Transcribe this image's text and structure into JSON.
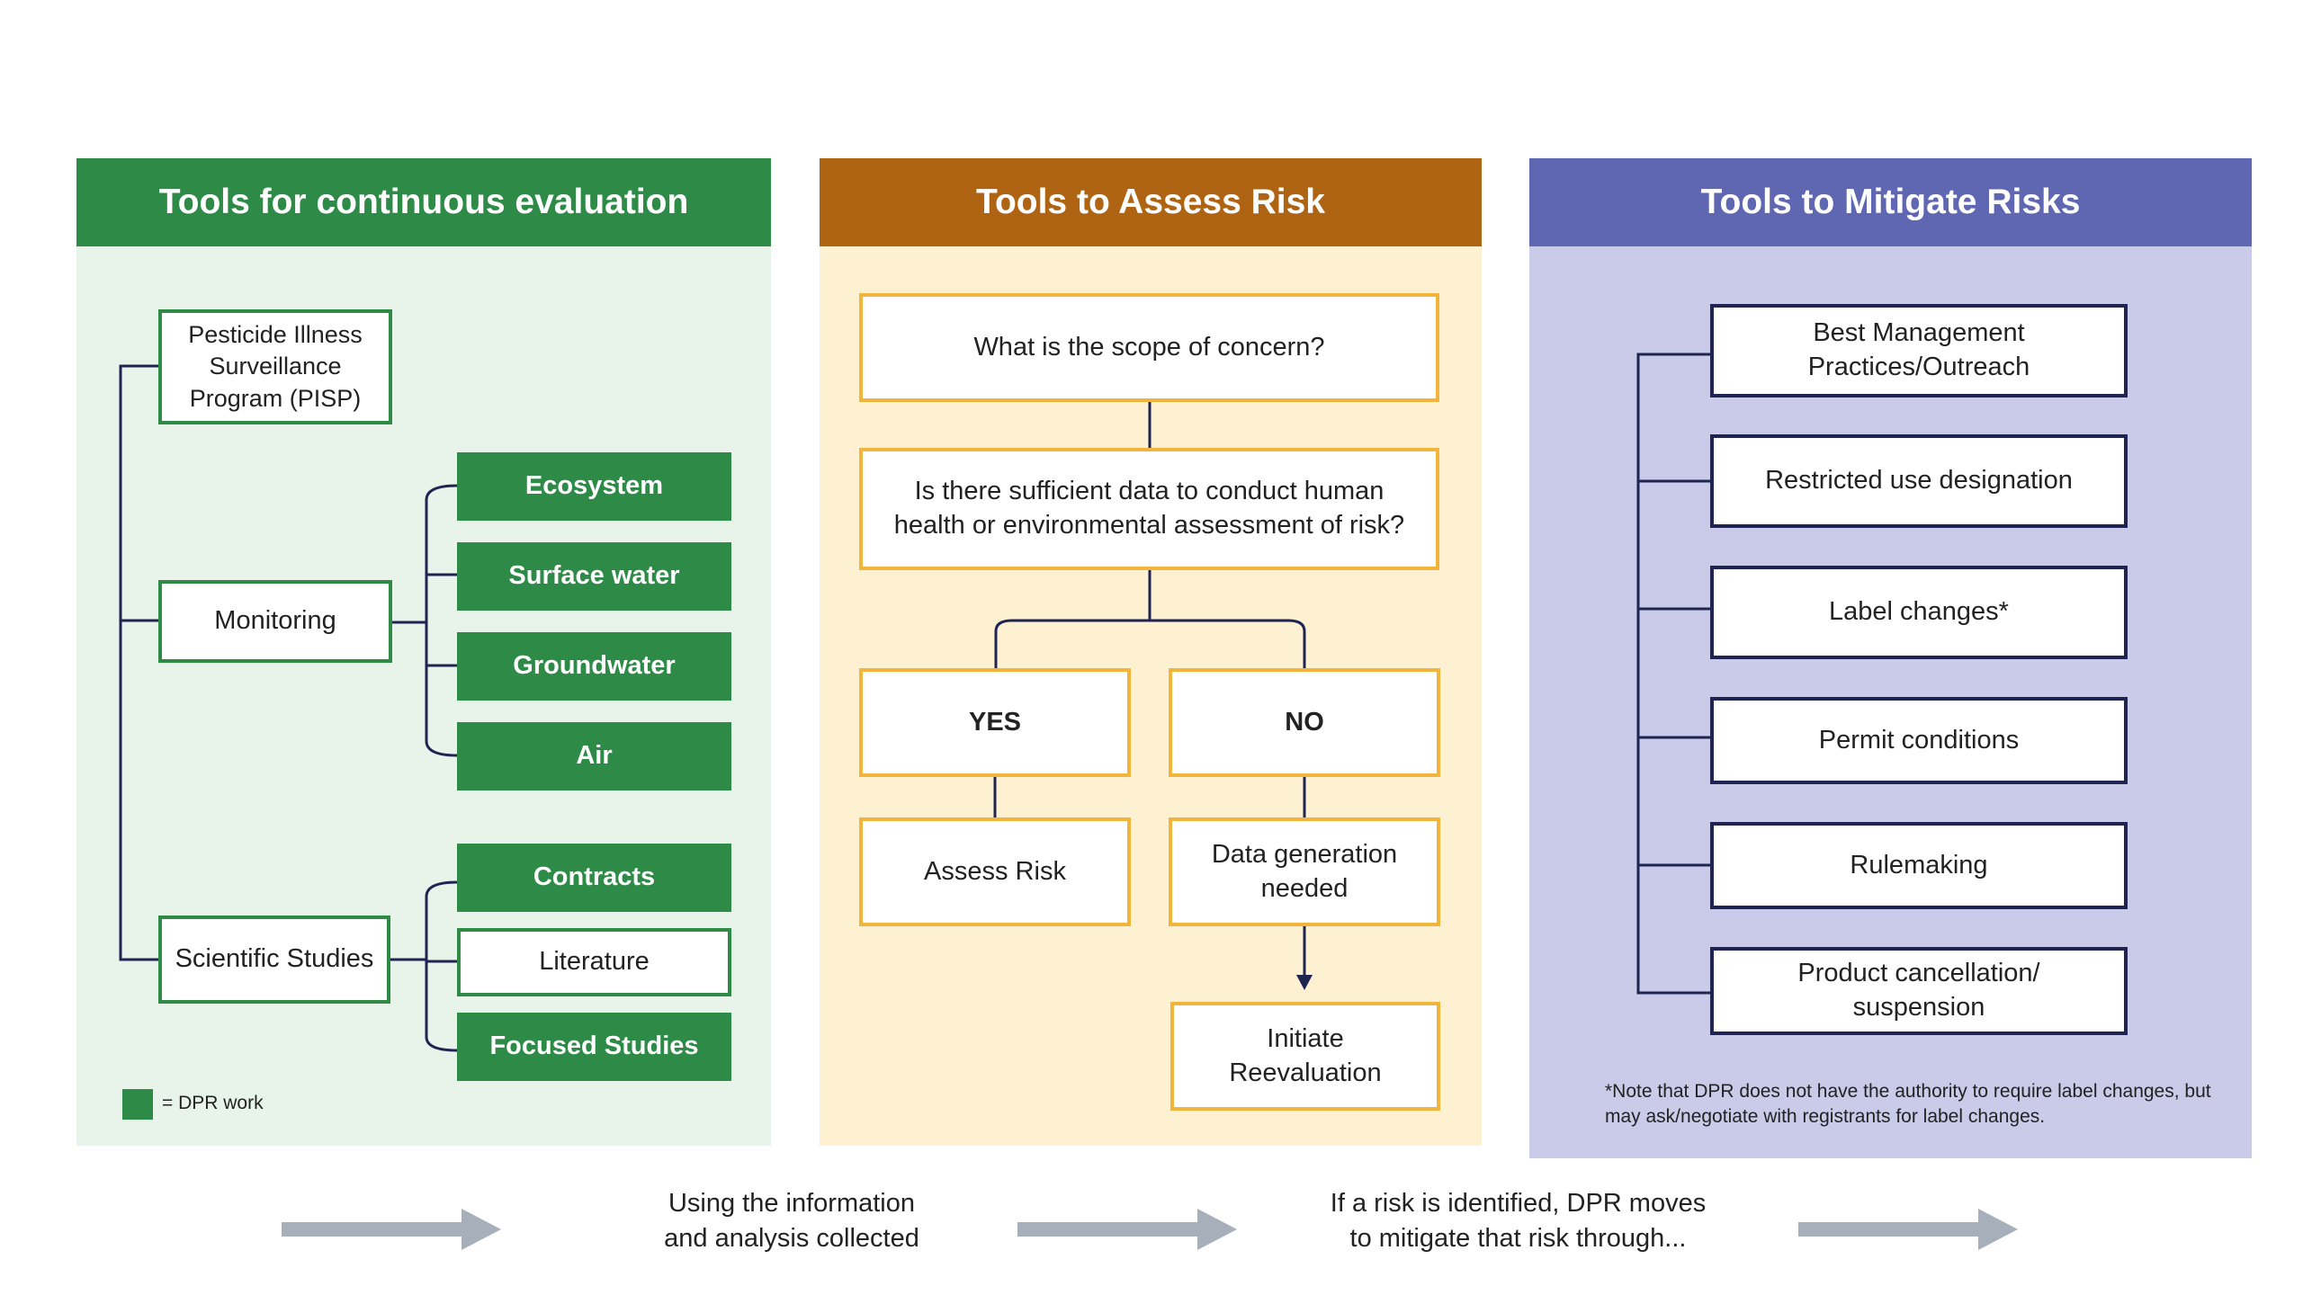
{
  "panels": {
    "left": {
      "title": "Tools for continuous evaluation",
      "head_color": "#2e8b47",
      "bg_color": "#e8f4ea",
      "pisp": "Pesticide Illness Surveillance Program (PISP)",
      "monitoring": "Monitoring",
      "monitoring_items": [
        "Ecosystem",
        "Surface water",
        "Groundwater",
        "Air"
      ],
      "scientific": "Scientific Studies",
      "scientific_items": [
        "Contracts",
        "Literature",
        "Focused Studies"
      ],
      "legend": "= DPR work"
    },
    "middle": {
      "title": "Tools to Assess Risk",
      "head_color": "#ae6412",
      "bg_color": "#fdf1d2",
      "q1": "What is the scope of concern?",
      "q2": "Is there sufficient data to conduct human health or environmental assessment of risk?",
      "yes": "YES",
      "no": "NO",
      "assess": "Assess Risk",
      "datagen": "Data generation needed",
      "reeval": "Initiate Reevaluation"
    },
    "right": {
      "title": "Tools to Mitigate Risks",
      "head_color": "#5f66b2",
      "bg_color": "#c9cbe8",
      "items": [
        "Best Management Practices/Outreach",
        "Restricted use designation",
        "Label changes*",
        "Permit conditions",
        "Rulemaking",
        "Product cancellation/ suspension"
      ],
      "note": "*Note that DPR does not have the authority to require label changes, but may ask/negotiate with registrants for label changes."
    }
  },
  "footer": {
    "caption1": "Using the information and analysis collected",
    "caption2": "If a risk is identified, DPR moves to mitigate that risk through..."
  }
}
